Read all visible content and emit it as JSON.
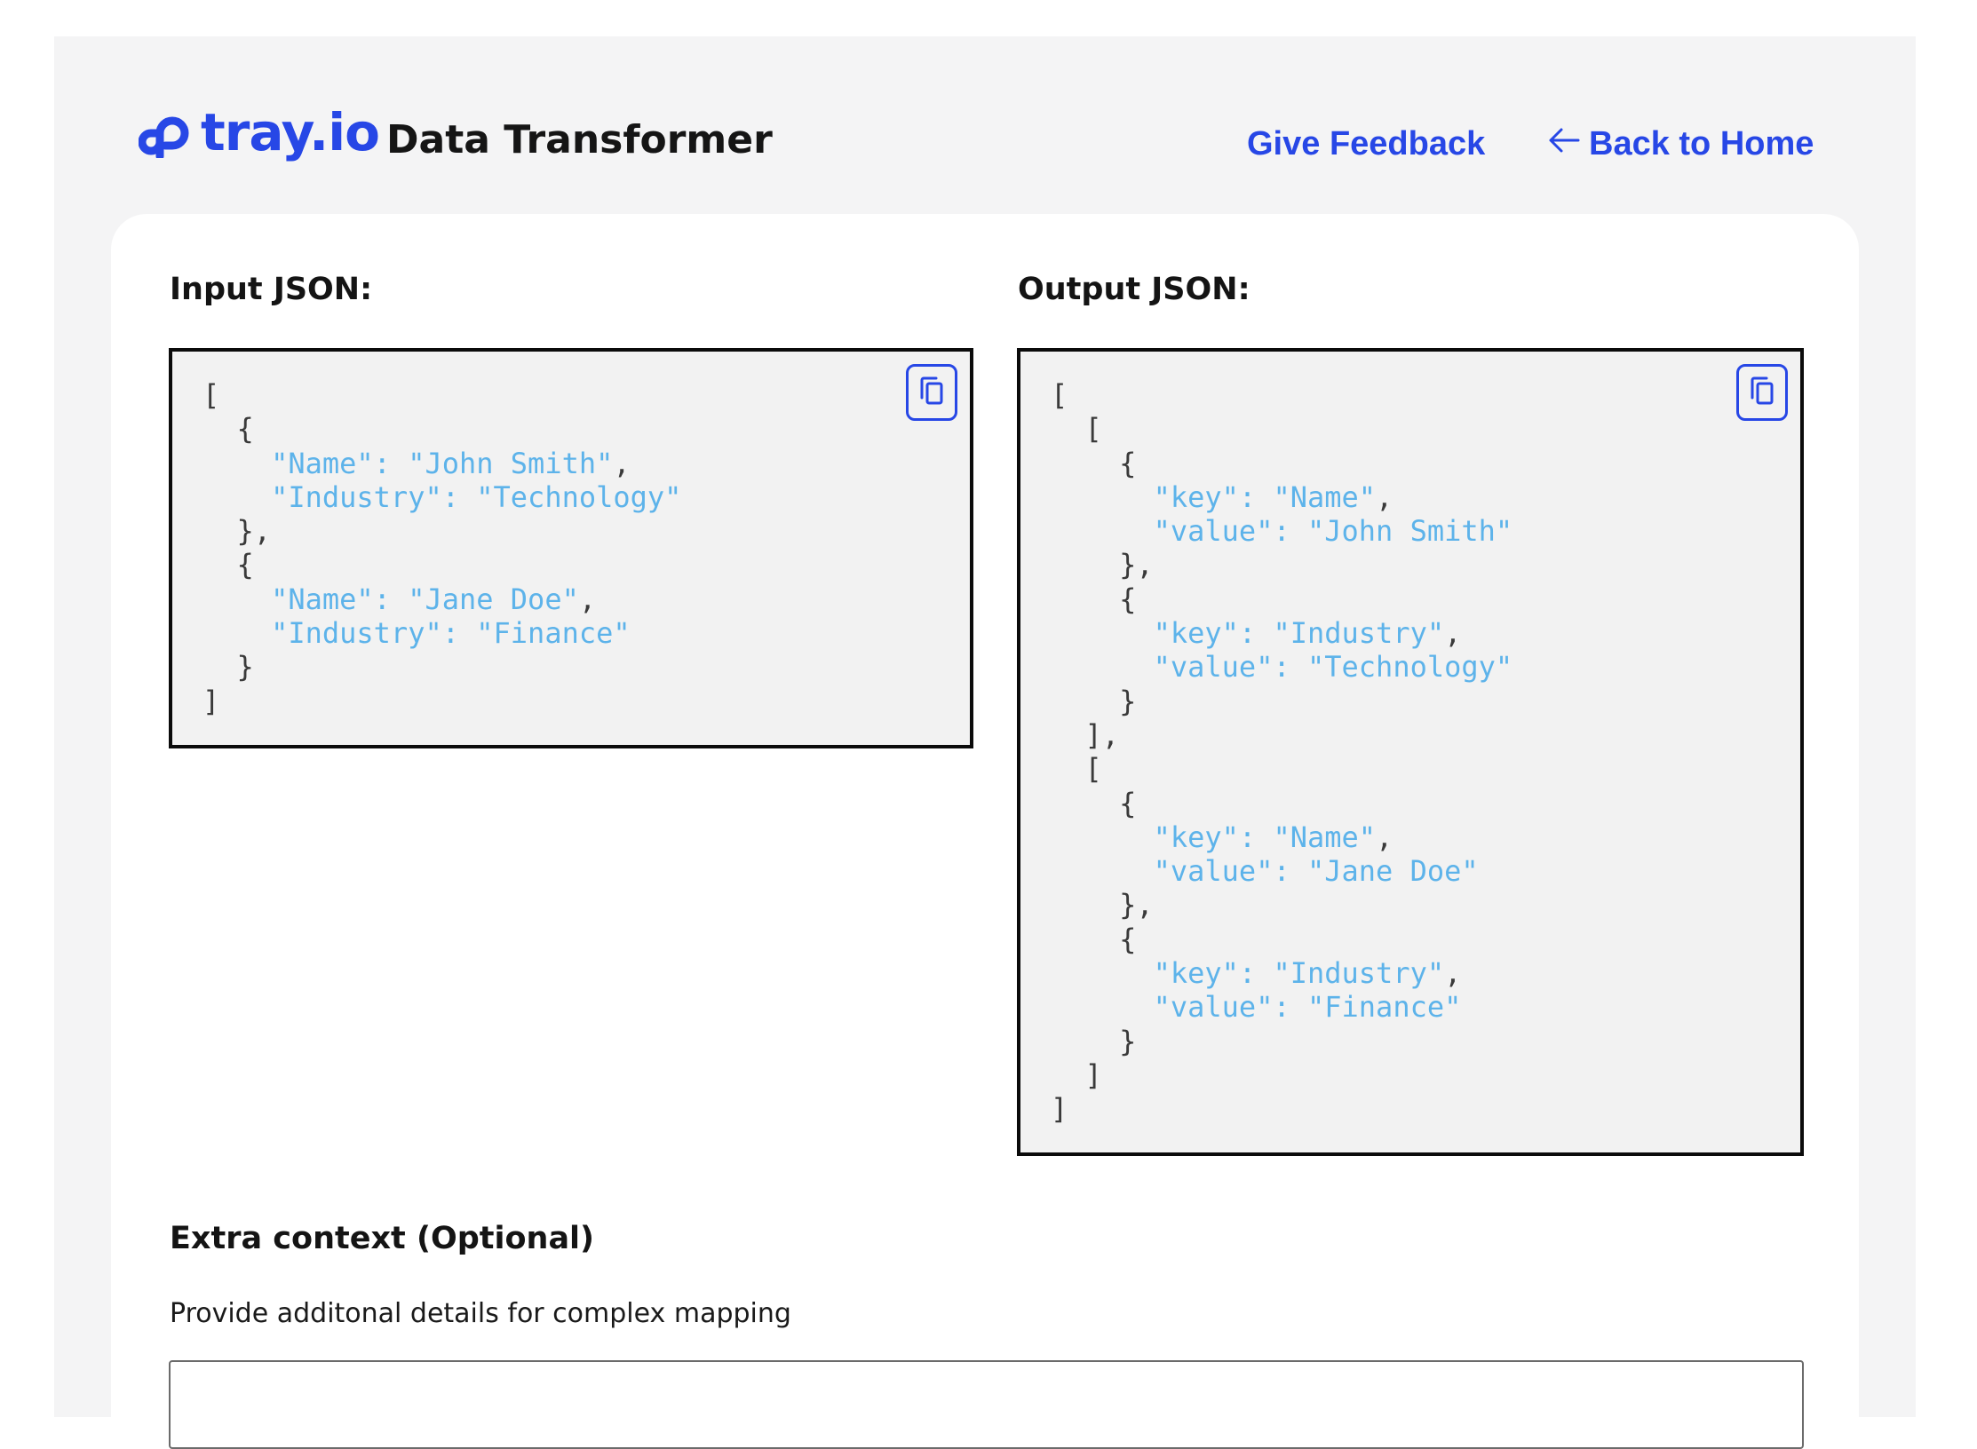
{
  "header": {
    "logo_text": "tray.io",
    "app_title": "Data Transformer",
    "nav": {
      "feedback_label": "Give Feedback",
      "home_label": "Back to Home"
    }
  },
  "colors": {
    "brand": "#2747e6",
    "json_string": "#5db3ea",
    "json_punctuation": "#3a3a3a",
    "frame_background": "#f4f4f5",
    "code_background": "#f2f2f2"
  },
  "icons": {
    "logo": "tray-logo-icon",
    "back": "arrow-left-icon",
    "copy": "copy-icon"
  },
  "input_panel": {
    "label": "Input JSON:",
    "lines": [
      [
        {
          "t": "["
        }
      ],
      [
        {
          "t": "  {"
        }
      ],
      [
        {
          "t": "    "
        },
        {
          "t": "\"Name\": \"John Smith\"",
          "s": 1
        },
        {
          "t": ","
        }
      ],
      [
        {
          "t": "    "
        },
        {
          "t": "\"Industry\": \"Technology\"",
          "s": 1
        }
      ],
      [
        {
          "t": "  },"
        }
      ],
      [
        {
          "t": "  {"
        }
      ],
      [
        {
          "t": "    "
        },
        {
          "t": "\"Name\": \"Jane Doe\"",
          "s": 1
        },
        {
          "t": ","
        }
      ],
      [
        {
          "t": "    "
        },
        {
          "t": "\"Industry\": \"Finance\"",
          "s": 1
        }
      ],
      [
        {
          "t": "  }"
        }
      ],
      [
        {
          "t": "]"
        }
      ]
    ]
  },
  "output_panel": {
    "label": "Output JSON:",
    "lines": [
      [
        {
          "t": "["
        }
      ],
      [
        {
          "t": "  ["
        }
      ],
      [
        {
          "t": "    {"
        }
      ],
      [
        {
          "t": "      "
        },
        {
          "t": "\"key\": \"Name\"",
          "s": 1
        },
        {
          "t": ","
        }
      ],
      [
        {
          "t": "      "
        },
        {
          "t": "\"value\": \"John Smith\"",
          "s": 1
        }
      ],
      [
        {
          "t": "    },"
        }
      ],
      [
        {
          "t": "    {"
        }
      ],
      [
        {
          "t": "      "
        },
        {
          "t": "\"key\": \"Industry\"",
          "s": 1
        },
        {
          "t": ","
        }
      ],
      [
        {
          "t": "      "
        },
        {
          "t": "\"value\": \"Technology\"",
          "s": 1
        }
      ],
      [
        {
          "t": "    }"
        }
      ],
      [
        {
          "t": "  ],"
        }
      ],
      [
        {
          "t": "  ["
        }
      ],
      [
        {
          "t": "    {"
        }
      ],
      [
        {
          "t": "      "
        },
        {
          "t": "\"key\": \"Name\"",
          "s": 1
        },
        {
          "t": ","
        }
      ],
      [
        {
          "t": "      "
        },
        {
          "t": "\"value\": \"Jane Doe\"",
          "s": 1
        }
      ],
      [
        {
          "t": "    },"
        }
      ],
      [
        {
          "t": "    {"
        }
      ],
      [
        {
          "t": "      "
        },
        {
          "t": "\"key\": \"Industry\"",
          "s": 1
        },
        {
          "t": ","
        }
      ],
      [
        {
          "t": "      "
        },
        {
          "t": "\"value\": \"Finance\"",
          "s": 1
        }
      ],
      [
        {
          "t": "    }"
        }
      ],
      [
        {
          "t": "  ]"
        }
      ],
      [
        {
          "t": "]"
        }
      ]
    ]
  },
  "extra_context": {
    "title": "Extra context (Optional)",
    "description": "Provide additonal details for complex mapping",
    "value": "",
    "placeholder": ""
  }
}
